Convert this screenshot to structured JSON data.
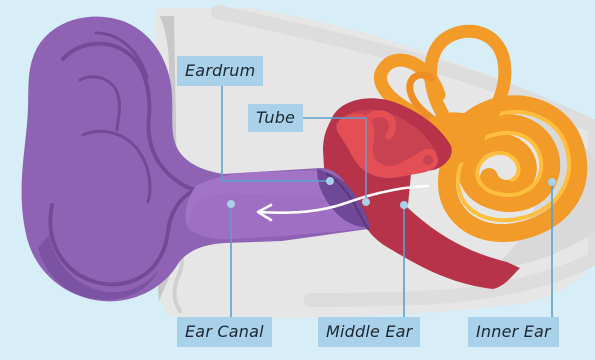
{
  "labels": {
    "eardrum": "Eardrum",
    "tube": "Tube",
    "ear_canal": "Ear Canal",
    "middle_ear": "Middle Ear",
    "inner_ear": "Inner Ear"
  },
  "colors": {
    "background": "#d7edf8",
    "outer_ear": "#8f63b3",
    "outer_ear_dark": "#6f4897",
    "middle_ear": "#b7334a",
    "middle_ear_light": "#e44e55",
    "inner_ear": "#f39b28",
    "skin": "#e7e7e7",
    "label_bg": "#a9d1ea"
  }
}
